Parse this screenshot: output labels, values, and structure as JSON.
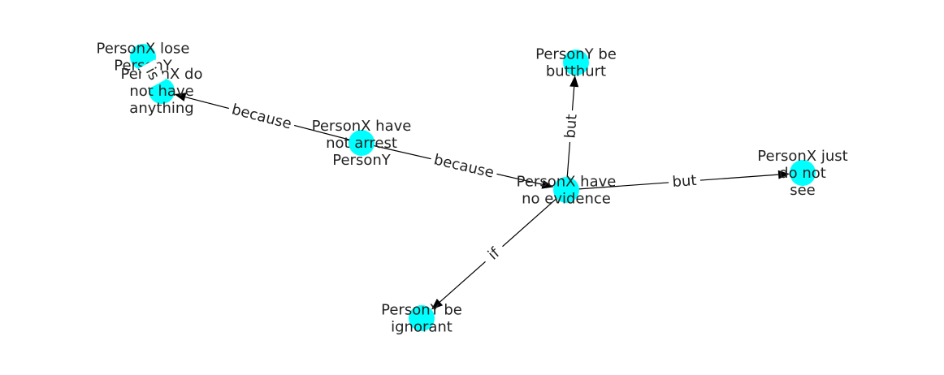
{
  "graph": {
    "node_color": "#00ffff",
    "nodes": [
      {
        "id": "n_center",
        "lines": [
          "PersonX have",
          "no evidence"
        ]
      },
      {
        "id": "n_arrest",
        "lines": [
          "PersonX have",
          "not arrest",
          "PersonY"
        ]
      },
      {
        "id": "n_anything",
        "lines": [
          "PersonX do",
          "not have",
          "anything"
        ]
      },
      {
        "id": "n_lose",
        "lines": [
          "PersonX lose",
          "PersonY"
        ]
      },
      {
        "id": "n_butthurt",
        "lines": [
          "PersonY be",
          "butthurt"
        ]
      },
      {
        "id": "n_see",
        "lines": [
          "PersonX just",
          "do not",
          "see"
        ]
      },
      {
        "id": "n_ignorant",
        "lines": [
          "PersonY be",
          "ignorant"
        ]
      }
    ],
    "edges": [
      {
        "from": "n_arrest",
        "to": "n_center",
        "label": "because"
      },
      {
        "from": "n_arrest",
        "to": "n_anything",
        "label": "because"
      },
      {
        "from": "n_center",
        "to": "n_butthurt",
        "label": "but"
      },
      {
        "from": "n_center",
        "to": "n_see",
        "label": "but"
      },
      {
        "from": "n_center",
        "to": "n_ignorant",
        "label": "if"
      },
      {
        "from": "n_anything",
        "to": "n_lose",
        "label": "is"
      }
    ]
  }
}
